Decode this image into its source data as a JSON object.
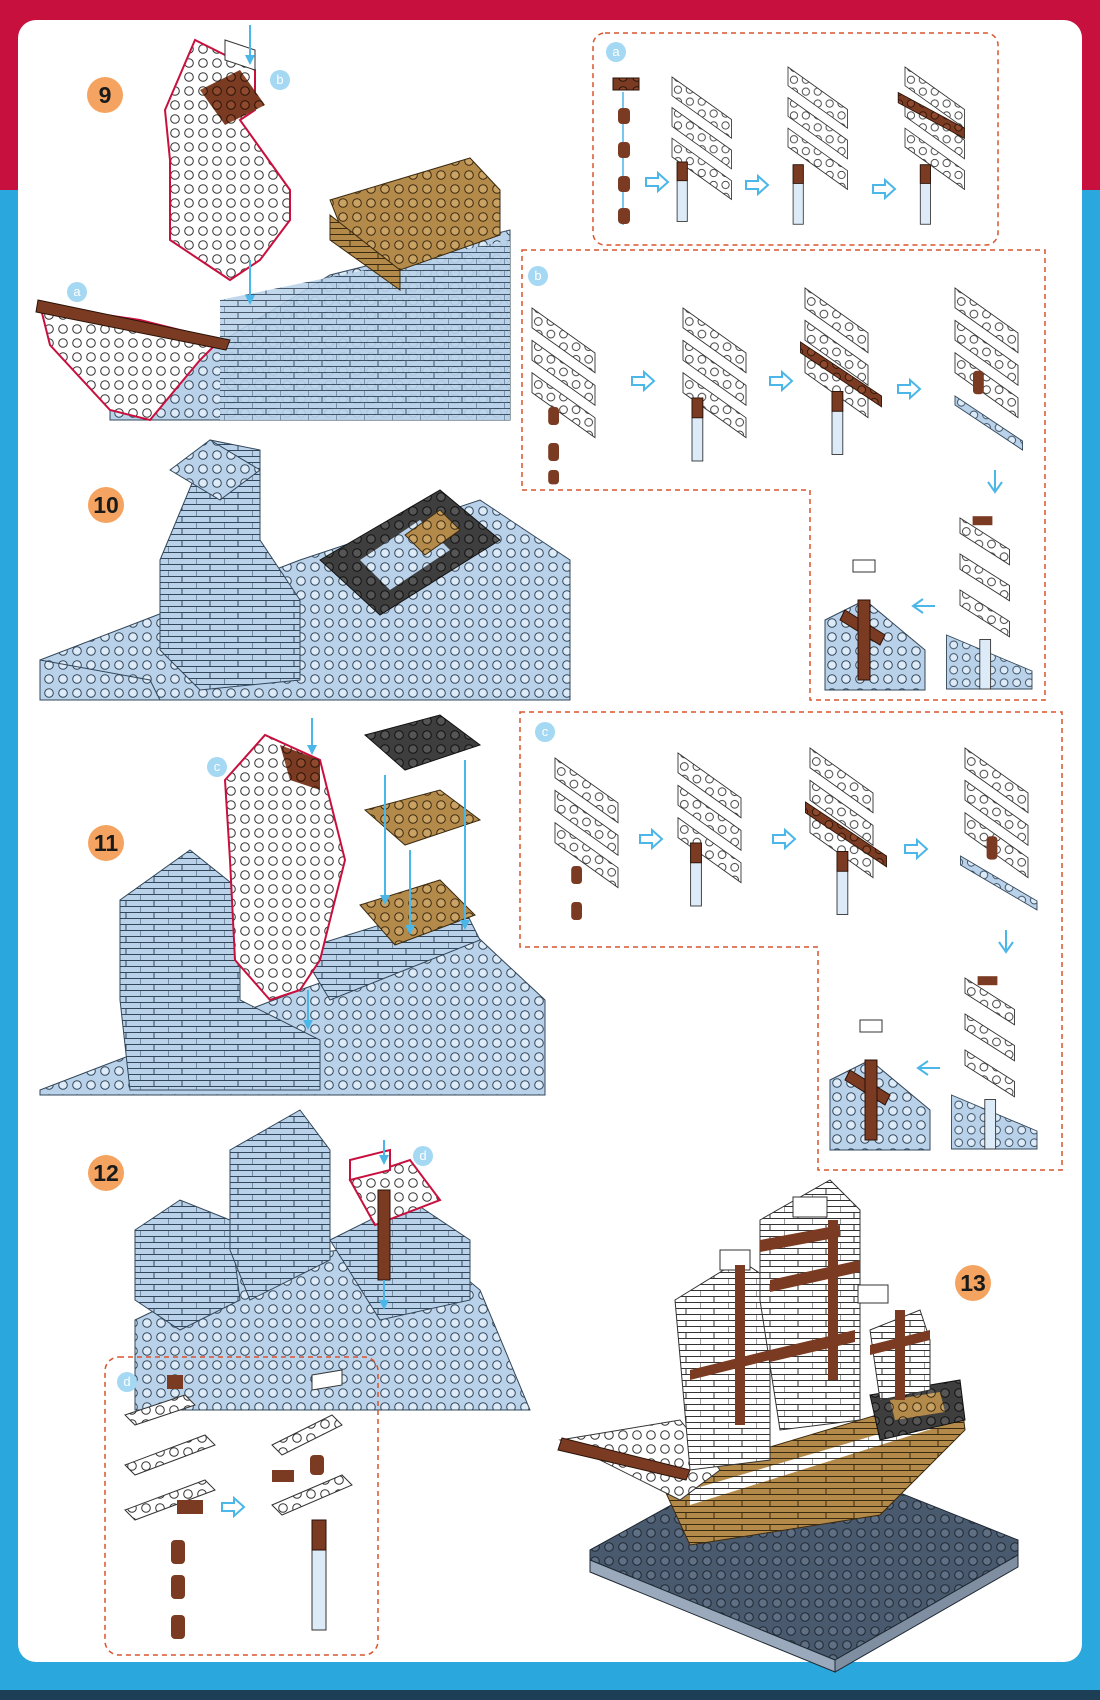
{
  "steps": [
    {
      "number": "9"
    },
    {
      "number": "10"
    },
    {
      "number": "11"
    },
    {
      "number": "12"
    },
    {
      "number": "13"
    }
  ],
  "subassemblies": {
    "a": "a",
    "b": "b",
    "c": "c",
    "d": "d"
  },
  "colors": {
    "border_red": "#c8103e",
    "background_blue": "#2aa8dd",
    "badge_orange": "#f4a460",
    "subbadge_blue": "#a5d8f2",
    "brick_blue": "#b9d2ea",
    "brick_brown": "#7a3b22",
    "brick_tan": "#b48a4a",
    "brick_dark": "#3e3e3e",
    "brick_white": "#ffffff",
    "dashed_box": "#d9532e",
    "arrow_blue": "#4bb6e8"
  },
  "icons": [
    "arrow-right-icon",
    "arrow-down-icon",
    "arrow-left-icon"
  ]
}
